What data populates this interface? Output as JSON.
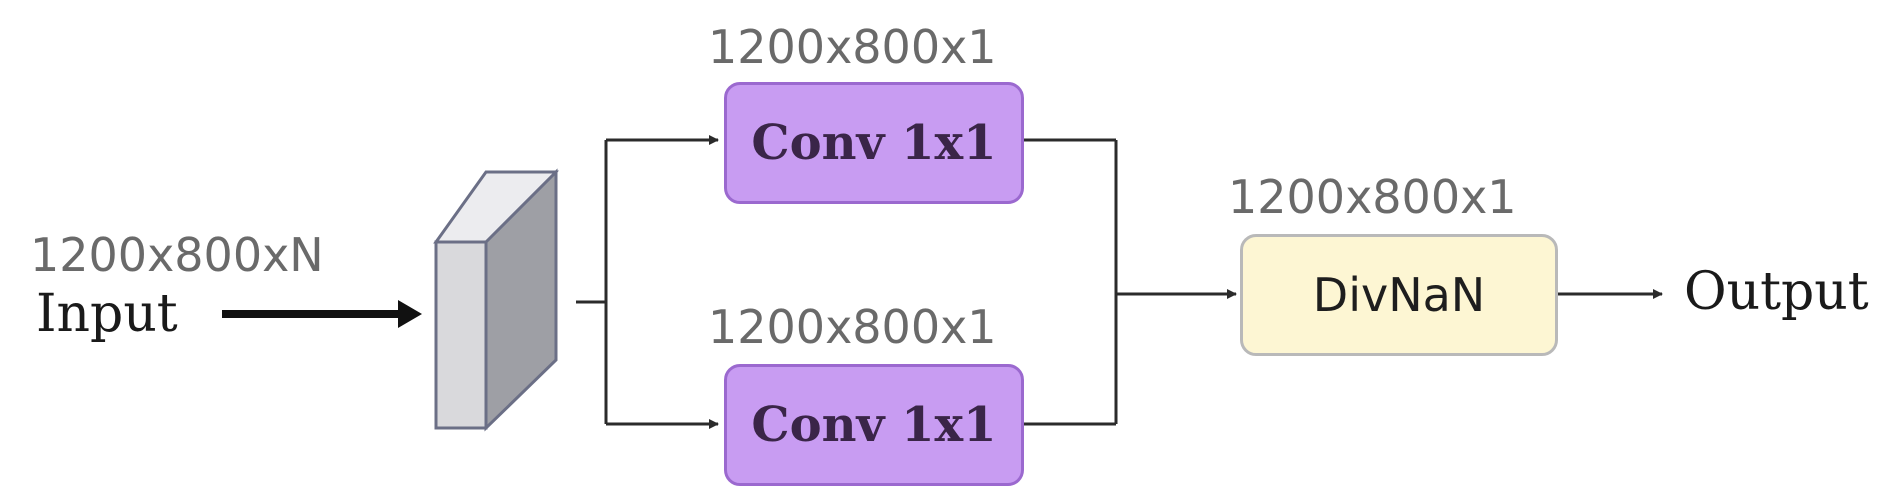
{
  "input": {
    "label": "Input",
    "shape": "1200x800xN"
  },
  "branches": [
    {
      "shape": "1200x800x1",
      "block_label": "Conv 1x1"
    },
    {
      "shape": "1200x800x1",
      "block_label": "Conv 1x1"
    }
  ],
  "merge": {
    "shape": "1200x800x1",
    "block_label": "DivNaN"
  },
  "output": {
    "label": "Output"
  },
  "colors": {
    "conv_fill": "#c89cf2",
    "conv_border": "#9b69cf",
    "divnan_fill": "#fdf6d3",
    "tensor_front": "#d9d9dc",
    "tensor_side": "#9e9fa5",
    "line": "#2b2b2b"
  }
}
